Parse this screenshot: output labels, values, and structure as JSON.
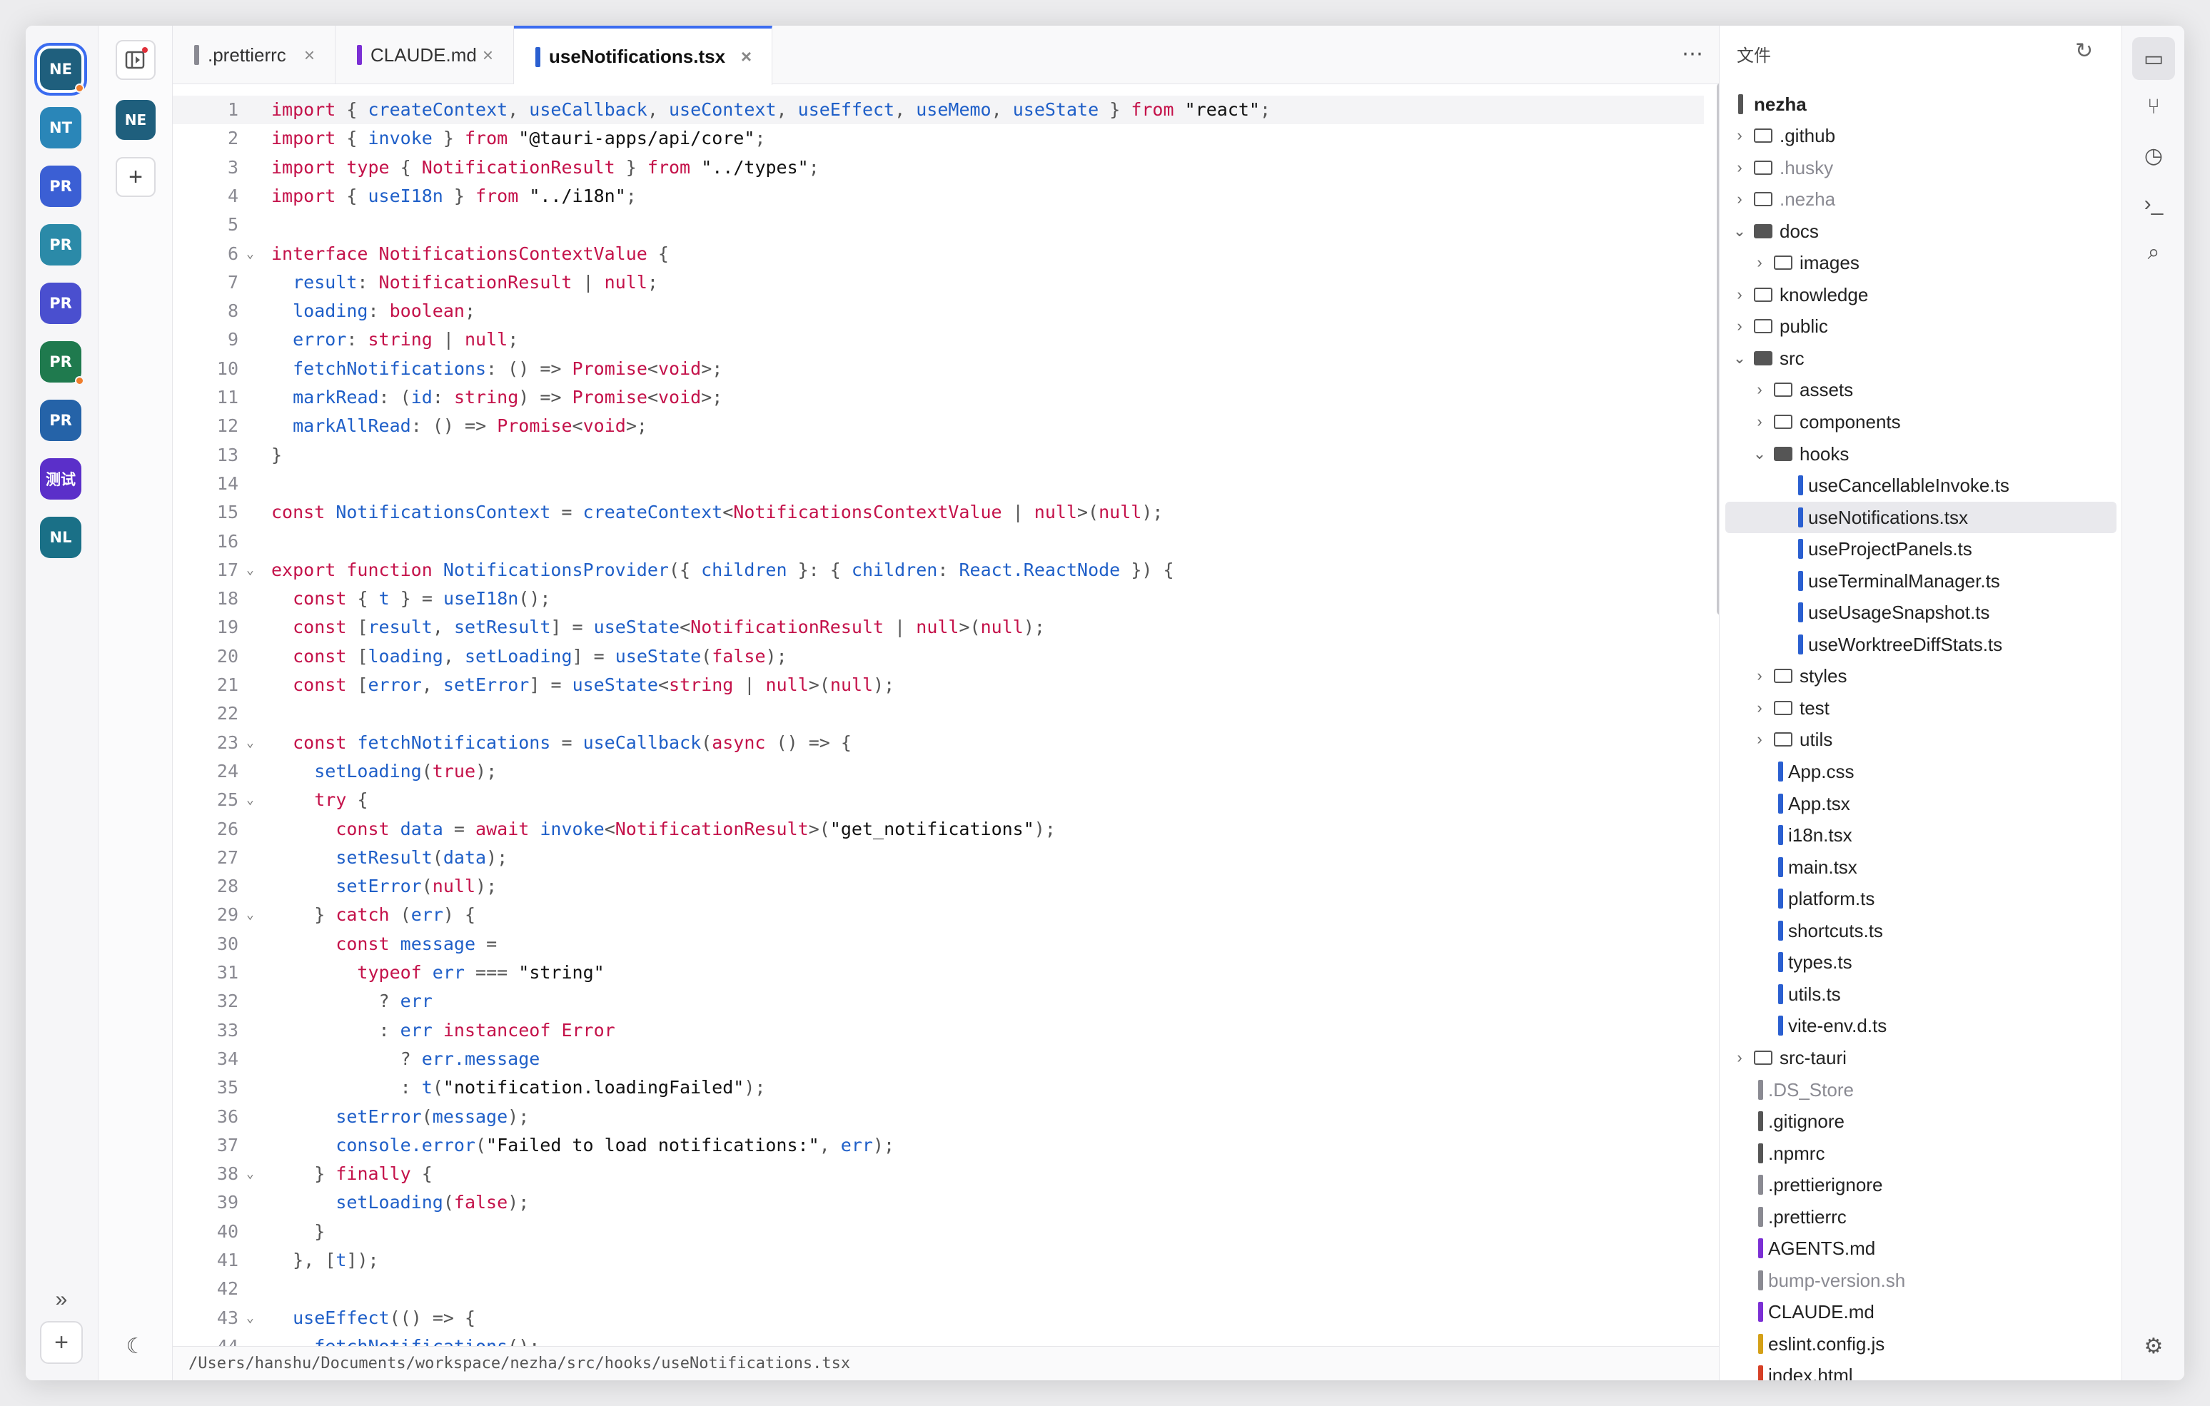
{
  "projects": [
    {
      "label": "NE",
      "color": "#1f5f7d",
      "selected": true,
      "badge": true
    },
    {
      "label": "NT",
      "color": "#2a86b8"
    },
    {
      "label": "PR",
      "color": "#3b5fd4"
    },
    {
      "label": "PR",
      "color": "#2b8aa8"
    },
    {
      "label": "PR",
      "color": "#4a4fcf"
    },
    {
      "label": "PR",
      "color": "#1f7a4e",
      "badge": true
    },
    {
      "label": "PR",
      "color": "#2563a8"
    },
    {
      "label": "测试",
      "color": "#5b2fc9"
    },
    {
      "label": "NL",
      "color": "#1a7087"
    }
  ],
  "rail": {
    "expand_icon": "»",
    "add_icon": "+"
  },
  "col2": {
    "project_badge": "NE",
    "add_icon": "+",
    "theme_icon": "☾"
  },
  "tabs": [
    {
      "label": ".prettierrc",
      "color": "#8a8a92"
    },
    {
      "label": "CLAUDE.md",
      "color": "#7b2fd4"
    },
    {
      "label": "useNotifications.tsx",
      "color": "#2a5fd0",
      "active": true
    }
  ],
  "editor": {
    "more_icon": "⋯",
    "status_path": "/Users/hanshu/Documents/workspace/nezha/src/hooks/useNotifications.tsx",
    "fold_lines": [
      6,
      17,
      23,
      25,
      29,
      38,
      43
    ],
    "current_line": 1,
    "lines": [
      "import { createContext, useCallback, useContext, useEffect, useMemo, useState } from \"react\";",
      "import { invoke } from \"@tauri-apps/api/core\";",
      "import type { NotificationResult } from \"../types\";",
      "import { useI18n } from \"../i18n\";",
      "",
      "interface NotificationsContextValue {",
      "  result: NotificationResult | null;",
      "  loading: boolean;",
      "  error: string | null;",
      "  fetchNotifications: () => Promise<void>;",
      "  markRead: (id: string) => Promise<void>;",
      "  markAllRead: () => Promise<void>;",
      "}",
      "",
      "const NotificationsContext = createContext<NotificationsContextValue | null>(null);",
      "",
      "export function NotificationsProvider({ children }: { children: React.ReactNode }) {",
      "  const { t } = useI18n();",
      "  const [result, setResult] = useState<NotificationResult | null>(null);",
      "  const [loading, setLoading] = useState(false);",
      "  const [error, setError] = useState<string | null>(null);",
      "",
      "  const fetchNotifications = useCallback(async () => {",
      "    setLoading(true);",
      "    try {",
      "      const data = await invoke<NotificationResult>(\"get_notifications\");",
      "      setResult(data);",
      "      setError(null);",
      "    } catch (err) {",
      "      const message =",
      "        typeof err === \"string\"",
      "          ? err",
      "          : err instanceof Error",
      "            ? err.message",
      "            : t(\"notification.loadingFailed\");",
      "      setError(message);",
      "      console.error(\"Failed to load notifications:\", err);",
      "    } finally {",
      "      setLoading(false);",
      "    }",
      "  }, [t]);",
      "",
      "  useEffect(() => {",
      "    fetchNotifications();"
    ]
  },
  "files": {
    "header": "文件",
    "refresh_icon": "↻",
    "root": "nezha",
    "tree": [
      {
        "name": ".github",
        "type": "folder",
        "depth": 0
      },
      {
        "name": ".husky",
        "type": "folder",
        "depth": 0,
        "dim": true
      },
      {
        "name": ".nezha",
        "type": "folder",
        "depth": 0,
        "dim": true
      },
      {
        "name": "docs",
        "type": "folder",
        "depth": 0,
        "open": true
      },
      {
        "name": "images",
        "type": "folder",
        "depth": 1
      },
      {
        "name": "knowledge",
        "type": "folder",
        "depth": 0
      },
      {
        "name": "public",
        "type": "folder",
        "depth": 0
      },
      {
        "name": "src",
        "type": "folder",
        "depth": 0,
        "open": true
      },
      {
        "name": "assets",
        "type": "folder",
        "depth": 1
      },
      {
        "name": "components",
        "type": "folder",
        "depth": 1
      },
      {
        "name": "hooks",
        "type": "folder",
        "depth": 1,
        "open": true
      },
      {
        "name": "useCancellableInvoke.ts",
        "type": "file",
        "depth": 2,
        "color": "#2a5fd0"
      },
      {
        "name": "useNotifications.tsx",
        "type": "file",
        "depth": 2,
        "color": "#2a5fd0",
        "selected": true
      },
      {
        "name": "useProjectPanels.ts",
        "type": "file",
        "depth": 2,
        "color": "#2a5fd0"
      },
      {
        "name": "useTerminalManager.ts",
        "type": "file",
        "depth": 2,
        "color": "#2a5fd0"
      },
      {
        "name": "useUsageSnapshot.ts",
        "type": "file",
        "depth": 2,
        "color": "#2a5fd0"
      },
      {
        "name": "useWorktreeDiffStats.ts",
        "type": "file",
        "depth": 2,
        "color": "#2a5fd0"
      },
      {
        "name": "styles",
        "type": "folder",
        "depth": 1
      },
      {
        "name": "test",
        "type": "folder",
        "depth": 1
      },
      {
        "name": "utils",
        "type": "folder",
        "depth": 1
      },
      {
        "name": "App.css",
        "type": "file",
        "depth": 1,
        "color": "#2a5fd0"
      },
      {
        "name": "App.tsx",
        "type": "file",
        "depth": 1,
        "color": "#2a5fd0"
      },
      {
        "name": "i18n.tsx",
        "type": "file",
        "depth": 1,
        "color": "#2a5fd0"
      },
      {
        "name": "main.tsx",
        "type": "file",
        "depth": 1,
        "color": "#2a5fd0"
      },
      {
        "name": "platform.ts",
        "type": "file",
        "depth": 1,
        "color": "#2a5fd0"
      },
      {
        "name": "shortcuts.ts",
        "type": "file",
        "depth": 1,
        "color": "#2a5fd0"
      },
      {
        "name": "types.ts",
        "type": "file",
        "depth": 1,
        "color": "#2a5fd0"
      },
      {
        "name": "utils.ts",
        "type": "file",
        "depth": 1,
        "color": "#2a5fd0"
      },
      {
        "name": "vite-env.d.ts",
        "type": "file",
        "depth": 1,
        "color": "#2a5fd0"
      },
      {
        "name": "src-tauri",
        "type": "folder",
        "depth": 0
      },
      {
        "name": ".DS_Store",
        "type": "file",
        "depth": 0,
        "color": "#8a8a92",
        "dim": true
      },
      {
        "name": ".gitignore",
        "type": "file",
        "depth": 0,
        "color": "#555555"
      },
      {
        "name": ".npmrc",
        "type": "file",
        "depth": 0,
        "color": "#555555"
      },
      {
        "name": ".prettierignore",
        "type": "file",
        "depth": 0,
        "color": "#8a8a92"
      },
      {
        "name": ".prettierrc",
        "type": "file",
        "depth": 0,
        "color": "#8a8a92"
      },
      {
        "name": "AGENTS.md",
        "type": "file",
        "depth": 0,
        "color": "#7b2fd4"
      },
      {
        "name": "bump-version.sh",
        "type": "file",
        "depth": 0,
        "color": "#8a8a92",
        "dim": true
      },
      {
        "name": "CLAUDE.md",
        "type": "file",
        "depth": 0,
        "color": "#7b2fd4"
      },
      {
        "name": "eslint.config.js",
        "type": "file",
        "depth": 0,
        "color": "#d4a017"
      },
      {
        "name": "index.html",
        "type": "file",
        "depth": 0,
        "color": "#d64026"
      }
    ]
  },
  "tools": [
    {
      "icon": "folder-icon",
      "glyph": "▭",
      "active": true
    },
    {
      "icon": "git-branch-icon",
      "glyph": "⑂"
    },
    {
      "icon": "history-icon",
      "glyph": "◷"
    },
    {
      "icon": "terminal-icon",
      "glyph": "›_"
    },
    {
      "icon": "search-icon",
      "glyph": "⌕"
    },
    {
      "icon": "settings-icon",
      "glyph": "⚙",
      "bottom": true
    }
  ]
}
